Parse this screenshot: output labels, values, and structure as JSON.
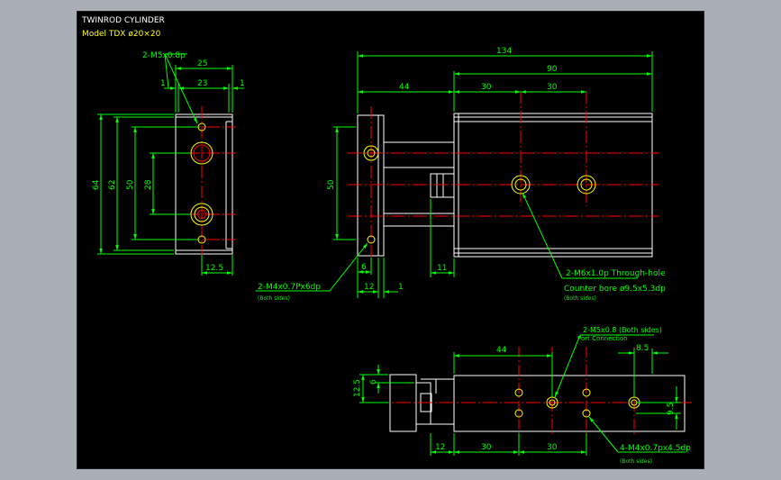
{
  "title_block": {
    "title": "TWINROD CYLINDER",
    "model": "Model TDX ø20×20"
  },
  "colors": {
    "background": "#000000",
    "outline": "#ffffff",
    "dimension": "#00ff00",
    "centerline": "#ff0000",
    "hole": "#ffff00",
    "model_text": "#ffff00",
    "frame": "#a9aeb6"
  },
  "views": {
    "end_view": {
      "callout": "2-M5x0.8p",
      "dims": {
        "width_total": "25",
        "width_inner": "23",
        "edge_left": "1",
        "edge_right": "1",
        "height_64": "64",
        "height_62": "62",
        "height_50": "50",
        "height_28": "28",
        "bottom_12_5": "12.5"
      }
    },
    "front_view": {
      "dims": {
        "length_134": "134",
        "length_90": "90",
        "length_44": "44",
        "pitch_30a": "30",
        "pitch_30b": "30",
        "height_50": "50",
        "dim_6": "6",
        "dim_12": "12",
        "dim_1": "1",
        "dim_11": "11"
      },
      "callout_tap": "2-M4x0.7Px6dp",
      "callout_tap_note": "(Both sides)",
      "callout_through_1": "2-M6x1.0p Through-hole",
      "callout_through_2": "Counter bore ø9.5x5.3dp",
      "callout_through_note": "(Both sides)"
    },
    "bottom_view": {
      "dims": {
        "dim_44": "44",
        "dim_8_5": "8.5",
        "dim_12_5": "12.5",
        "dim_6": "6",
        "dim_9_5": "9.5",
        "dim_12": "12",
        "pitch_30a": "30",
        "pitch_30b": "30"
      },
      "callout_port_1": "2-M5x0.8 (Both sides)",
      "callout_port_2": "Port Connection",
      "callout_tap": "4-M4x0.7px4.5dp",
      "callout_tap_note": "(Both sides)"
    }
  }
}
